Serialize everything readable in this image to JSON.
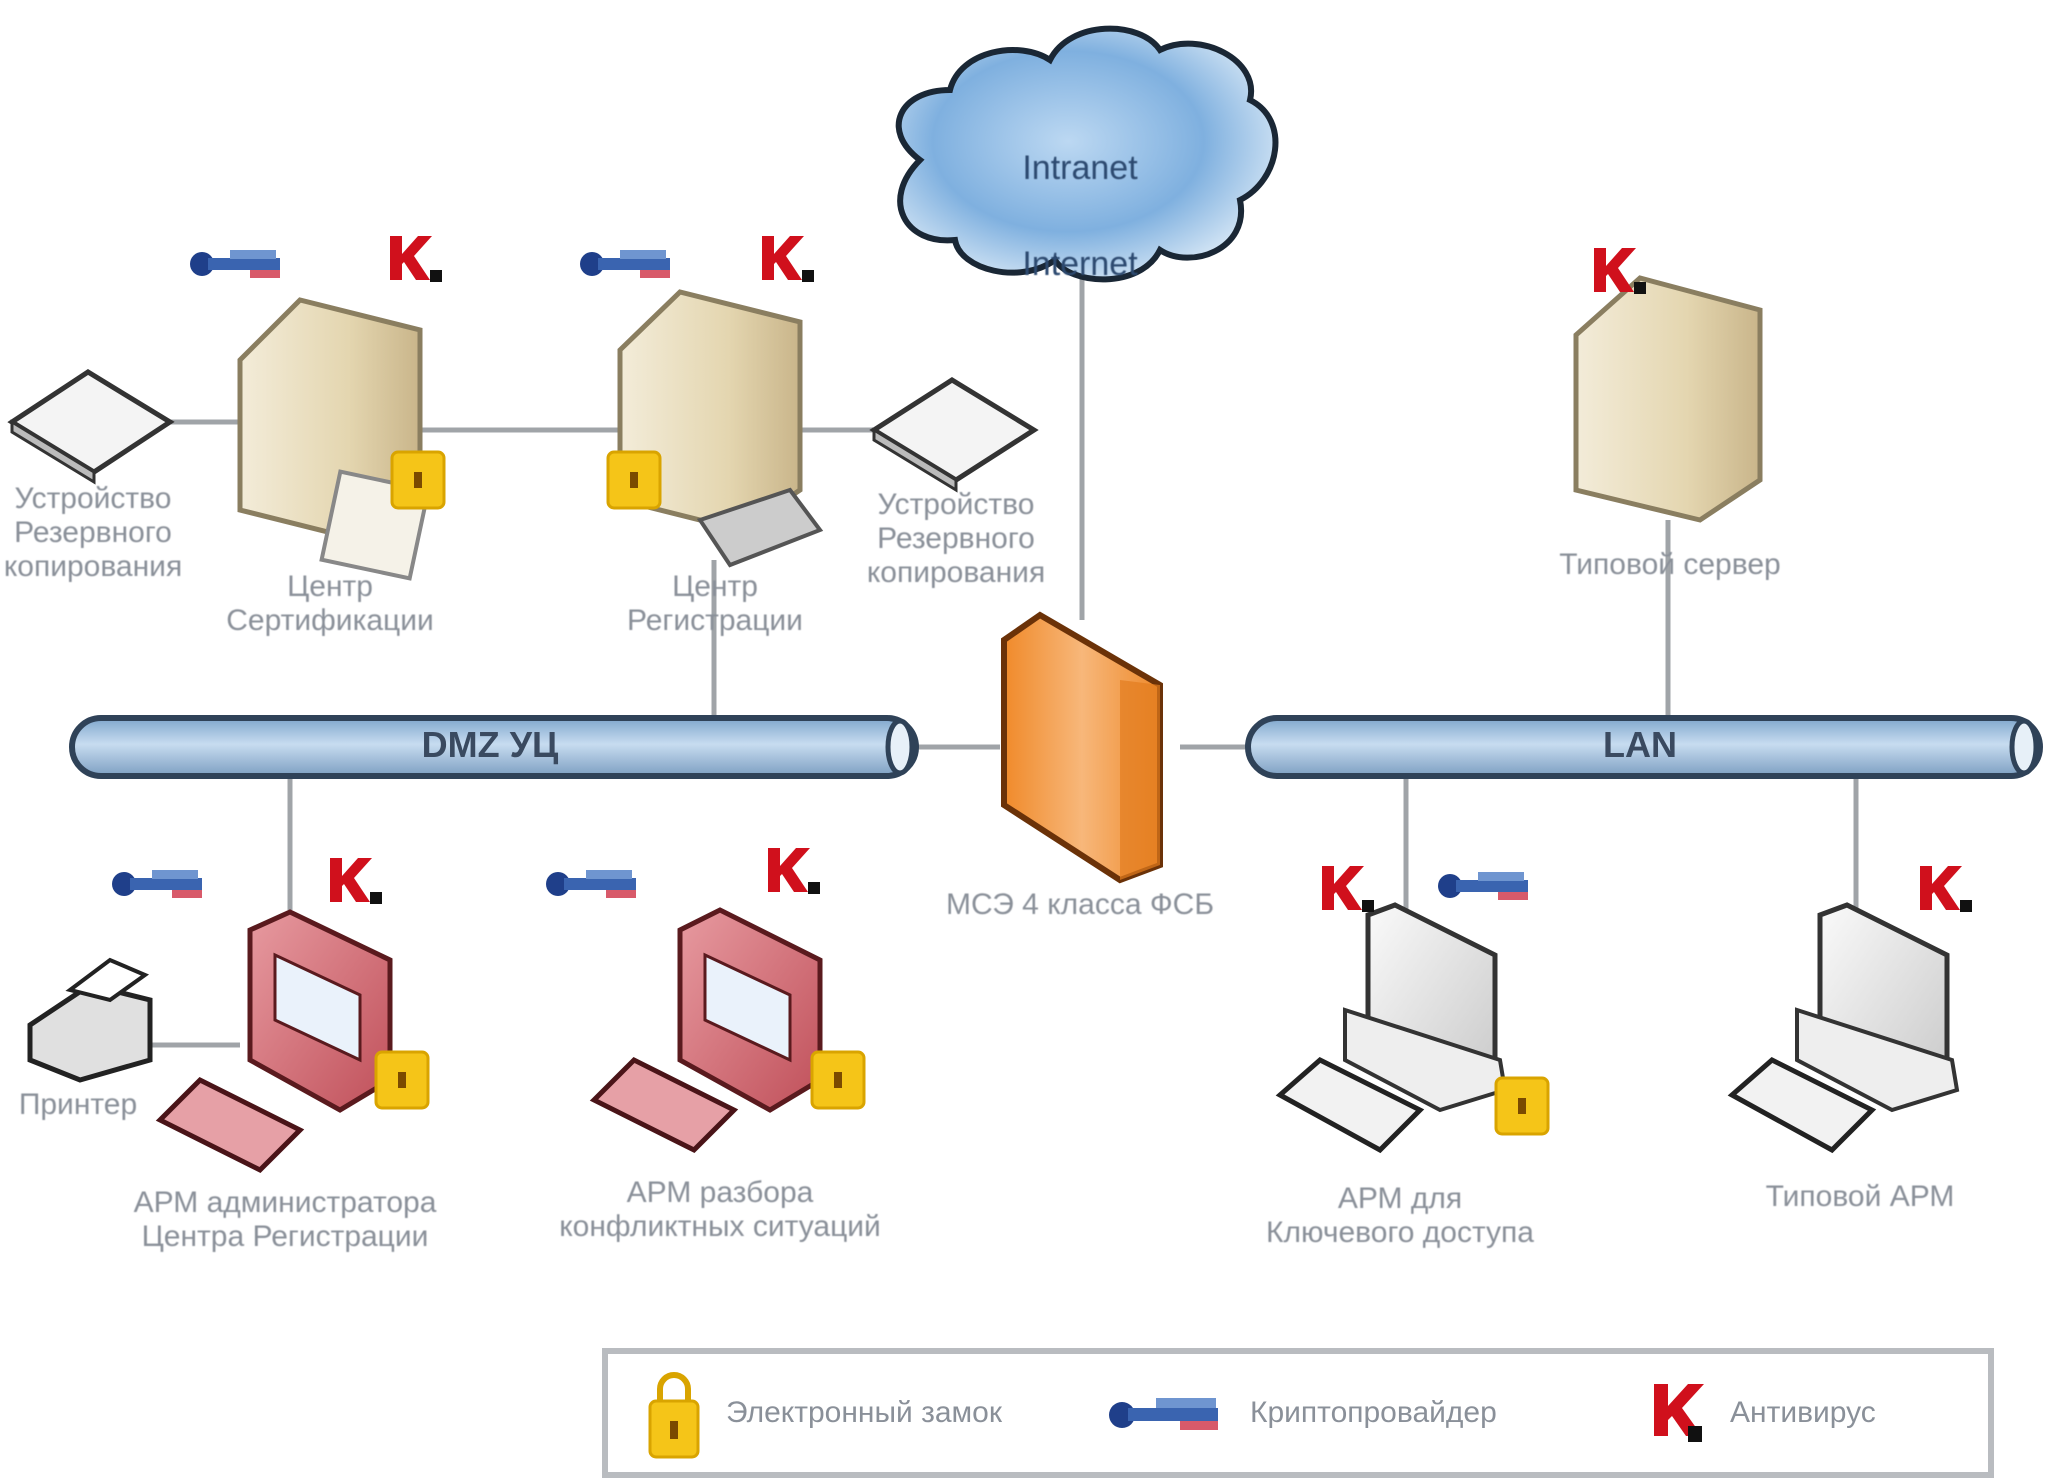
{
  "diagram": {
    "title": "",
    "cloud": {
      "line1": "Intranet",
      "line2": "Internet"
    },
    "buses": {
      "dmz": "DMZ УЦ",
      "lan": "LAN"
    },
    "firewall": {
      "label": "МСЭ 4 класса ФСБ"
    },
    "nodes": {
      "backup_left": {
        "label": "Устройство\nРезервного\nкопирования"
      },
      "ca_server": {
        "label": "Центр\nСертификации"
      },
      "ra_server": {
        "label": "Центр\nРегистрации"
      },
      "backup_right": {
        "label": "Устройство\nРезервного\nкопирования"
      },
      "typical_server": {
        "label": "Типовой сервер"
      },
      "printer": {
        "label": "Принтер"
      },
      "ra_admin_ws": {
        "label": "АРМ администратора\nЦентра Регистрации"
      },
      "conflict_ws": {
        "label": "АРМ разбора\nконфликтных ситуаций"
      },
      "key_access_ws": {
        "label": "АРМ для\nКлючевого доступа"
      },
      "typical_ws": {
        "label": "Типовой АРМ"
      }
    },
    "legend": {
      "lock": "Электронный замок",
      "crypto": "Криптопровайдер",
      "antivirus": "Антивирус"
    },
    "colors": {
      "bus_fill": "#a9c6e3",
      "bus_stroke": "#2f4258",
      "firewall": "#f39a3c",
      "cloud": "#8fbbe3",
      "server": "#e6dcc0",
      "red_ws": "#d9747a",
      "grey_ws": "#e8e8e8",
      "lock": "#f5c518",
      "antivirus": "#d0101c",
      "crypto_blue": "#1f3f8a"
    }
  }
}
